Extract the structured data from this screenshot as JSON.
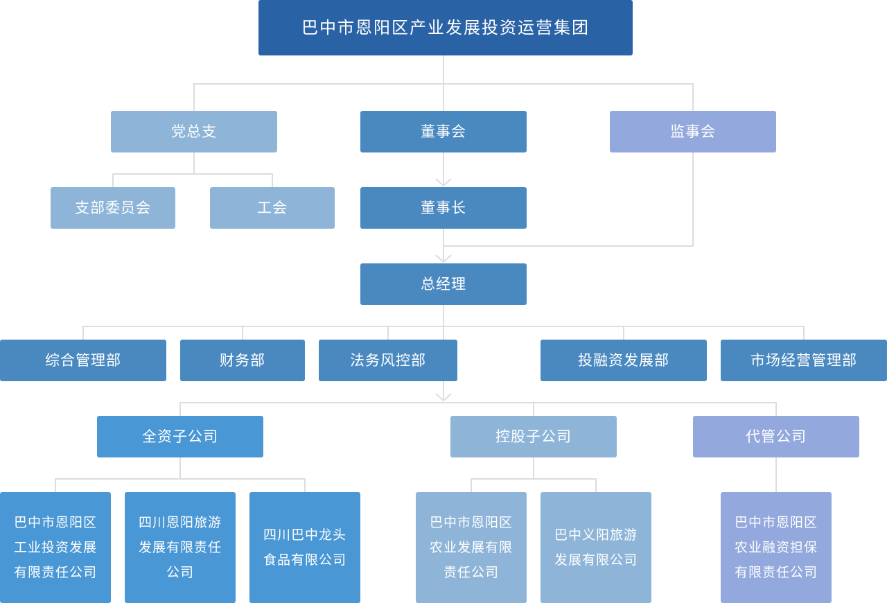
{
  "colors": {
    "root": "#2a62a6",
    "medium": "#4a89c0",
    "light": "#8eb5d8",
    "lavender": "#93a8dc",
    "bright": "#4a97d5",
    "connector": "#dddddd"
  },
  "nodes": {
    "root": "巴中市恩阳区产业发展投资运营集团",
    "party": "党总支",
    "board": "董事会",
    "supervisory": "监事会",
    "branch_committee": "支部委员会",
    "union": "工会",
    "chairman": "董事长",
    "general_manager": "总经理",
    "dept_admin": "综合管理部",
    "dept_finance": "财务部",
    "dept_legal": "法务风控部",
    "dept_investment": "投融资发展部",
    "dept_market": "市场经营管理部",
    "wholly_owned": "全资子公司",
    "holding": "控股子公司",
    "managed": "代管公司",
    "co_industrial": "巴中市恩阳区工业投资发展有限责任公司",
    "co_tourism": "四川恩阳旅游发展有限责任公司",
    "co_food": "四川巴中龙头食品有限公司",
    "co_agri": "巴中市恩阳区农业发展有限责任公司",
    "co_yiyang": "巴中义阳旅游发展有限公司",
    "co_guarantee": "巴中市恩阳区农业融资担保有限责任公司"
  }
}
